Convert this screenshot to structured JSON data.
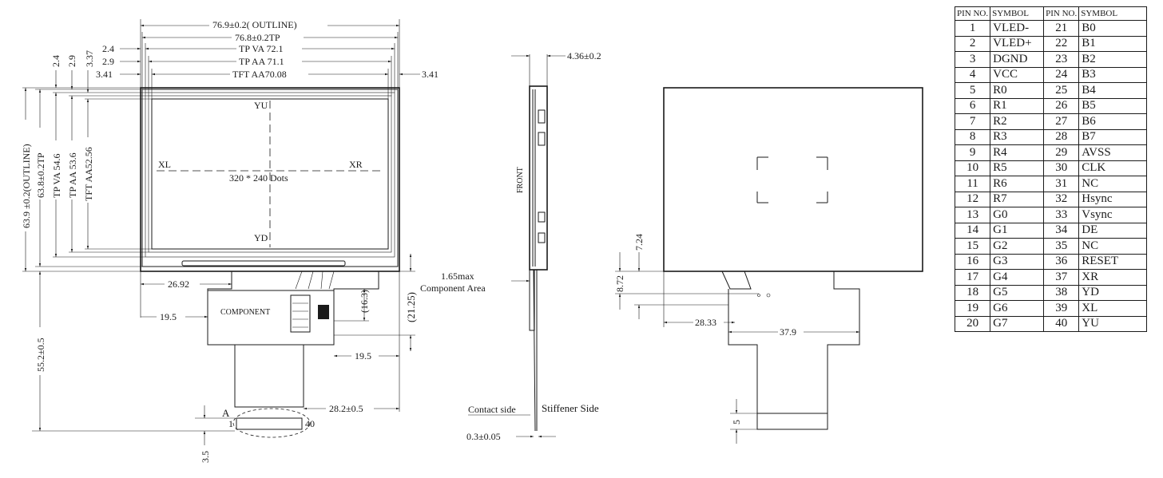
{
  "front_view": {
    "dims": {
      "outline_w": "76.9±0.2( OUTLINE)",
      "tp_w": "76.8±0.2TP",
      "tp_va_w": "TP VA 72.1",
      "tp_aa_w": "TP AA 71.1",
      "tft_aa_w": "TFT AA70.08",
      "left_24": "2.4",
      "left_29": "2.9",
      "left_341": "3.41",
      "right_341": "3.41",
      "top_24": "2.4",
      "top_29": "2.9",
      "top_337": "3.37",
      "outline_h": "63.9 ±0.2(OUTLINE)",
      "tp_h": "63.8±0.2TP",
      "tp_va_h": "TP VA 54.6",
      "tp_aa_h": "TP AA 53.6",
      "tft_aa_h": "TFT AA52.56",
      "fpc_x": "26.92",
      "comp_x": "19.5",
      "comp_h": "(16.3)",
      "fpc_h": "(21.25)",
      "comp_r": "19.5",
      "fpc_r": "28.2±0.5",
      "total_h": "55.2±0.5",
      "bottom": "3.5"
    },
    "labels": {
      "yu": "YU",
      "yd": "YD",
      "xl": "XL",
      "xr": "XR",
      "dots": "320 * 240 Dots",
      "component": "COMPONENT",
      "detail_a": "A",
      "pin_first": "1",
      "pin_last": "40"
    }
  },
  "side_view": {
    "thickness": "4.36±0.2",
    "front": "FRONT",
    "component_area_1": "1.65max",
    "component_area_2": "Component Area",
    "contact": "Contact side",
    "stiffener": "Stiffener Side",
    "fpc_t": "0.3±0.05"
  },
  "back_view": {
    "d724": "7.24",
    "d872": "8.72",
    "d2833": "28.33",
    "d379": "37.9",
    "d5": "5"
  },
  "pin_table": {
    "headers": [
      "PIN NO.",
      "SYMBOL",
      "PIN NO.",
      "SYMBOL"
    ],
    "rows": [
      [
        "1",
        "VLED-",
        "21",
        "B0"
      ],
      [
        "2",
        "VLED+",
        "22",
        "B1"
      ],
      [
        "3",
        "DGND",
        "23",
        "B2"
      ],
      [
        "4",
        "VCC",
        "24",
        "B3"
      ],
      [
        "5",
        "R0",
        "25",
        "B4"
      ],
      [
        "6",
        "R1",
        "26",
        "B5"
      ],
      [
        "7",
        "R2",
        "27",
        "B6"
      ],
      [
        "8",
        "R3",
        "28",
        "B7"
      ],
      [
        "9",
        "R4",
        "29",
        "AVSS"
      ],
      [
        "10",
        "R5",
        "30",
        "CLK"
      ],
      [
        "11",
        "R6",
        "31",
        "NC"
      ],
      [
        "12",
        "R7",
        "32",
        "Hsync"
      ],
      [
        "13",
        "G0",
        "33",
        "Vsync"
      ],
      [
        "14",
        "G1",
        "34",
        "DE"
      ],
      [
        "15",
        "G2",
        "35",
        "NC"
      ],
      [
        "16",
        "G3",
        "36",
        "RESET"
      ],
      [
        "17",
        "G4",
        "37",
        "XR"
      ],
      [
        "18",
        "G5",
        "38",
        "YD"
      ],
      [
        "19",
        "G6",
        "39",
        "XL"
      ],
      [
        "20",
        "G7",
        "40",
        "YU"
      ]
    ]
  }
}
